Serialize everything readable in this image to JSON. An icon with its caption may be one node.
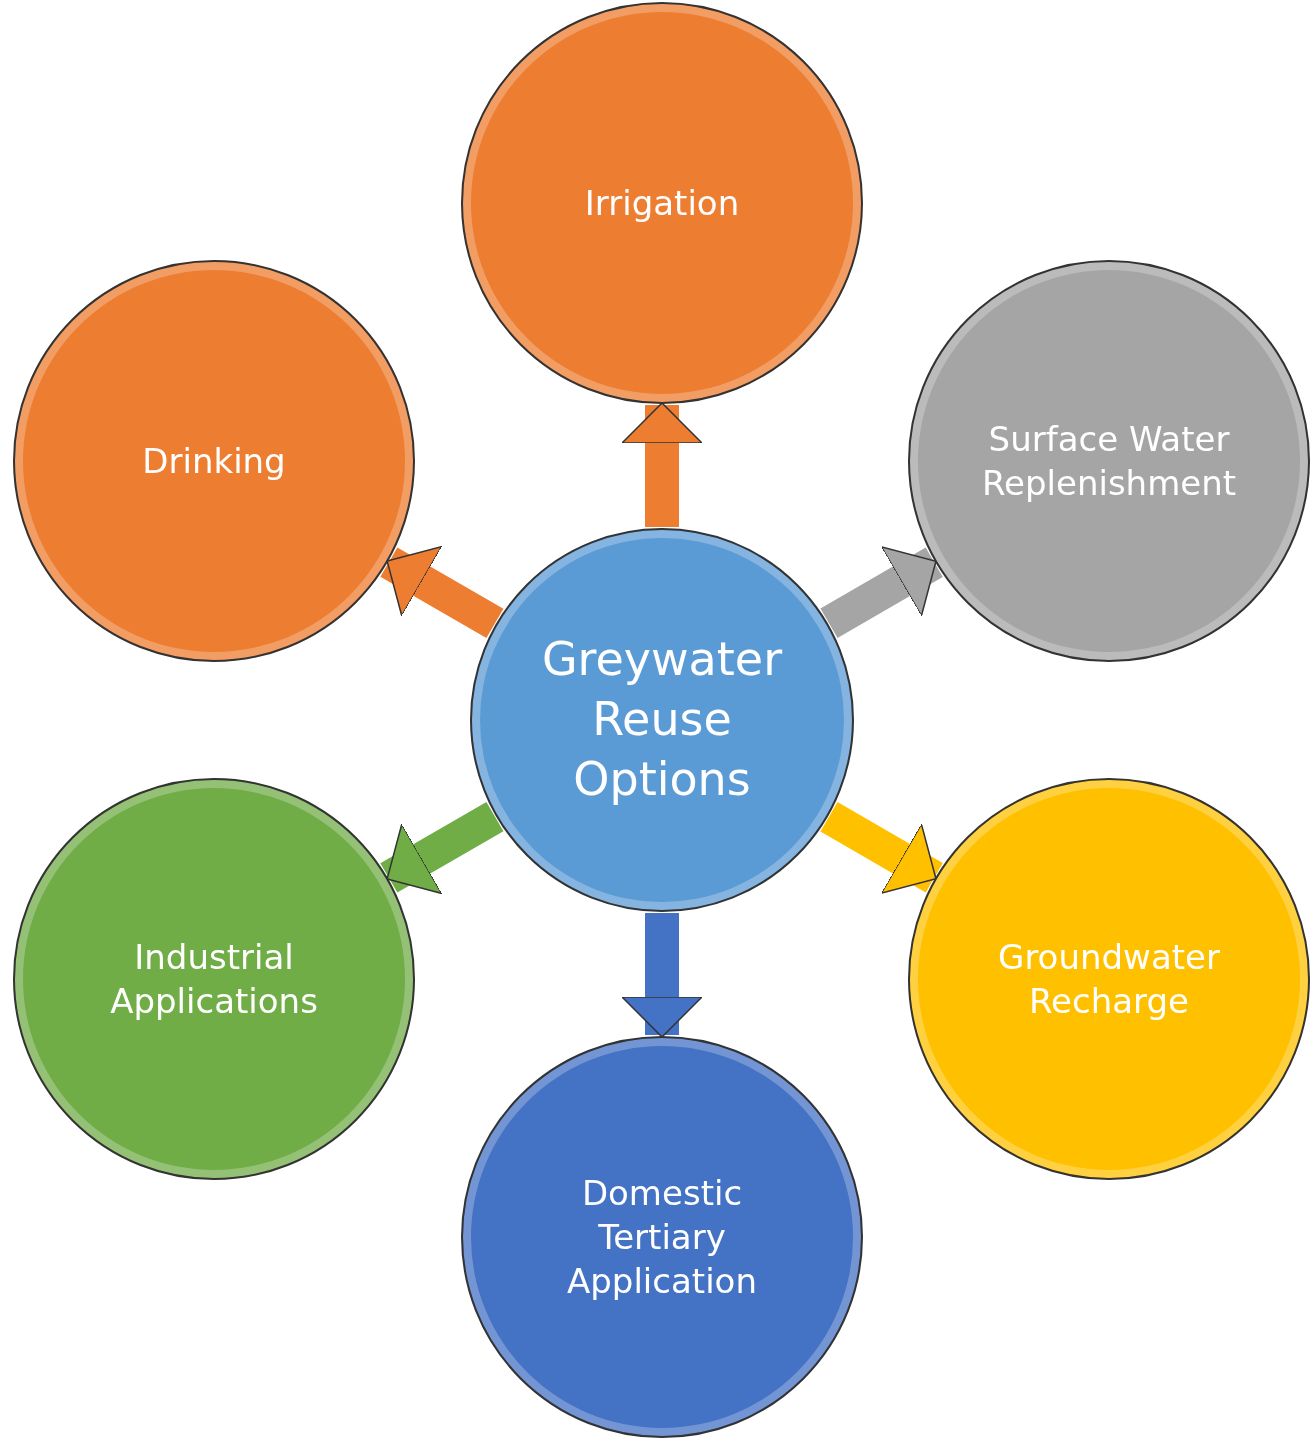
{
  "diagram": {
    "nodes": [
      {
        "text": [
          "Irrigation"
        ]
      },
      {
        "text": [
          "Drinking"
        ]
      },
      {
        "text": [
          "Surface Water Replenishment"
        ]
      },
      {
        "text": [
          "Greywater Reuse Options"
        ]
      },
      {
        "text": [
          "Industrial Applications"
        ]
      },
      {
        "text": [
          "Groundwater Recharge"
        ]
      },
      {
        "text": [
          "Domestic Tertiary Application"
        ]
      }
    ],
    "edges": [
      {
        "from": 3,
        "to": 0,
        "arrow": "to",
        "color": "#ed7d31"
      },
      {
        "from": 3,
        "to": 1,
        "arrow": "to",
        "color": "#ed7d31"
      },
      {
        "from": 3,
        "to": 2,
        "arrow": "to",
        "color": "#a5a5a5"
      },
      {
        "from": 3,
        "to": 4,
        "arrow": "to",
        "color": "#70ad47"
      },
      {
        "from": 3,
        "to": 5,
        "arrow": "to",
        "color": "#ffc000"
      },
      {
        "from": 3,
        "to": 6,
        "arrow": "to",
        "color": "#4472c4"
      }
    ]
  }
}
